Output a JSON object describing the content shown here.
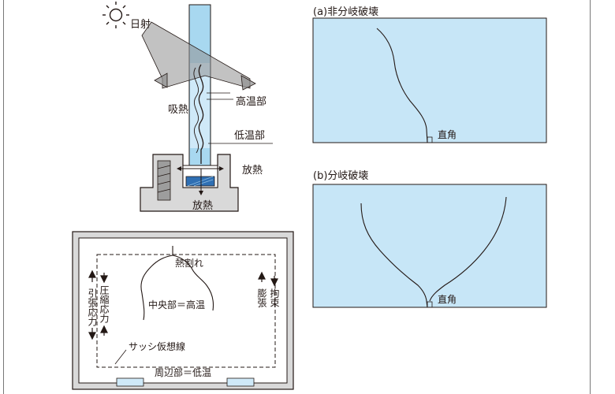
{
  "colors": {
    "glass_light": "#cfe9f8",
    "panel_blue": "#c7e6f7",
    "glass_blue": "#a8d8f0",
    "spacer_blue": "#2f6fb3",
    "frame_gray": "#d9d9d9",
    "stroke": "#231815"
  },
  "solar": {
    "sun_label": "日射",
    "absorb_label": "吸熱",
    "high_temp_label": "高温部",
    "low_temp_label": "低温部",
    "radiation_side_label": "放熱",
    "radiation_bottom_label": "放熱"
  },
  "panel_a": {
    "title": "(a)非分岐破壊",
    "angle_label": "直角"
  },
  "panel_b": {
    "title": "(b)分岐破壊",
    "angle_label": "直角"
  },
  "window": {
    "crack_label": "熱割れ",
    "center_label": "中央部＝高温",
    "sash_line_label": "サッシ仮想線",
    "edge_label": "周辺部＝低温",
    "left_col_1": "引張応力",
    "left_col_2": "圧縮応力",
    "right_col_1": "膨張",
    "right_col_2": "拘束"
  }
}
